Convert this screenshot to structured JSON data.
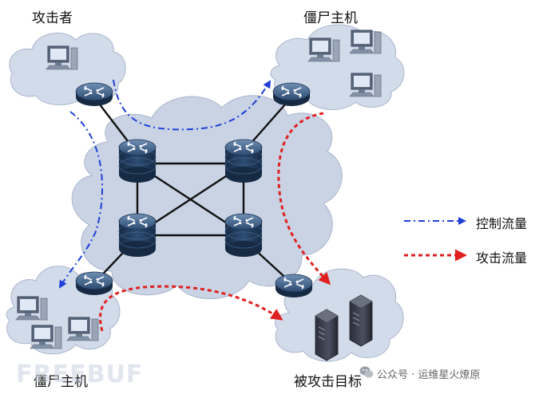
{
  "labels": {
    "attacker": "攻击者",
    "zombie_top": "僵尸主机",
    "zombie_bottom": "僵尸主机",
    "target": "被攻击目标"
  },
  "legend": {
    "control_flow": "控制流量",
    "attack_flow": "攻击流量"
  },
  "watermark": {
    "brand": "FREEBUF",
    "account": "公众号 · 运维星火燎原"
  },
  "colors": {
    "cloud_fill": "#c9d3e4",
    "cloud_edge": "#a9b6cc",
    "router_dark": "#1e3553",
    "router_light": "#5b7ca3",
    "control_flow": "#1f3fd8",
    "attack_flow": "#e02020"
  }
}
